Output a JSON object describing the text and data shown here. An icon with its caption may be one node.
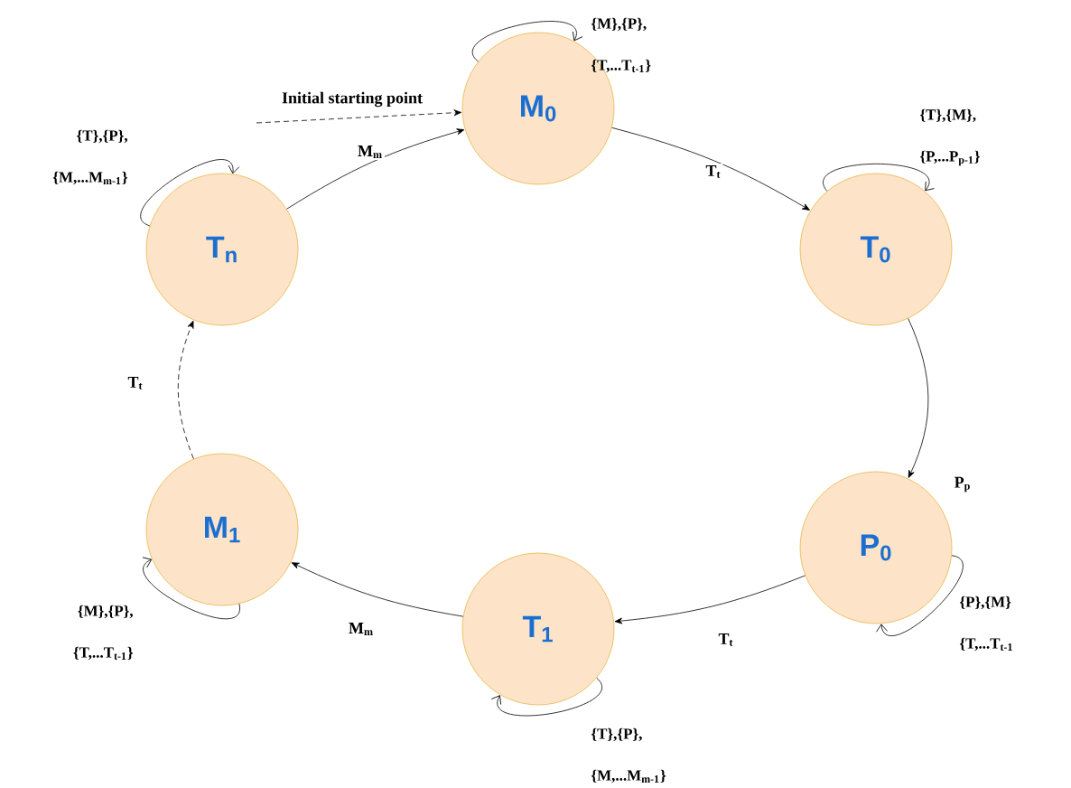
{
  "diagram": {
    "nodes": [
      {
        "text": [
          "M$_{0}$"
        ]
      },
      {
        "text": [
          "T$_{0}$"
        ]
      },
      {
        "text": [
          "P$_{0}$"
        ]
      },
      {
        "text": [
          "T$_{1}$"
        ]
      },
      {
        "text": [
          "M$_{1}$"
        ]
      },
      {
        "text": [
          "T$_{n}$"
        ]
      }
    ],
    "edges": [
      {
        "from": null,
        "to": 0,
        "arrow": "to",
        "label": "Initial starting point",
        "style": "dashed"
      },
      {
        "from": 5,
        "to": 0,
        "arrow": "to",
        "label": "M$_{m}$"
      },
      {
        "from": 0,
        "to": 1,
        "arrow": "to",
        "label": "T$_{t}$"
      },
      {
        "from": 1,
        "to": 2,
        "arrow": "to",
        "label": "P$_{p}$"
      },
      {
        "from": 2,
        "to": 3,
        "arrow": "to",
        "label": "T$_{t}$"
      },
      {
        "from": 3,
        "to": 4,
        "arrow": "to",
        "label": "M$_{m}$"
      },
      {
        "from": 4,
        "to": 5,
        "arrow": "to",
        "label": "T$_{t}$",
        "style": "dashed"
      },
      {
        "from": 0,
        "to": 0,
        "arrow": "to",
        "label": "{M},{P}, {T,...T$_{t-1}$}"
      },
      {
        "from": 1,
        "to": 1,
        "arrow": "to",
        "label": "{T},{M}, {P,...P$_{p-1}$}"
      },
      {
        "from": 2,
        "to": 2,
        "arrow": "to",
        "label": "{P},{M} {T,...T$_{t-1}$"
      },
      {
        "from": 3,
        "to": 3,
        "arrow": "to",
        "label": "{T},{P}, {M,...M$_{m-1}$}"
      },
      {
        "from": 4,
        "to": 4,
        "arrow": "to",
        "label": "{M},{P}, {T,...T$_{t-1}$}"
      },
      {
        "from": 5,
        "to": 5,
        "arrow": "to",
        "label": "{T},{P}, {M,...M$_{m-1}$}"
      }
    ]
  }
}
